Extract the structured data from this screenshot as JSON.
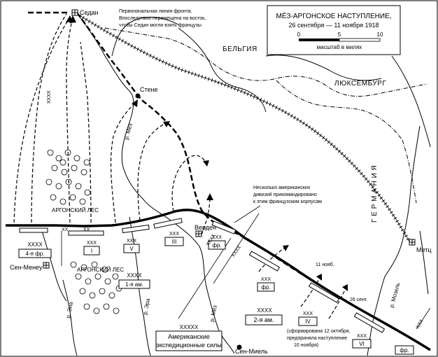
{
  "title": {
    "line1": "МЁЗ-АРГОНСКОЕ НАСТУПЛЕНИЕ,",
    "line2": "26 сентября — 11 ноября 1918"
  },
  "scale": {
    "ticks": [
      "0",
      "5",
      "10"
    ],
    "caption": "масштаб в милях"
  },
  "countries": {
    "belgium": "БЕЛЬГИЯ",
    "luxembourg": "ЛЮКСЕМБУРГ",
    "germany": "Г Е Р М А Н И Я"
  },
  "cities": {
    "sedan": "Седан",
    "stenay": "Стене",
    "verdun": "Верден",
    "metz": "Метц",
    "saint_menehould": "Сен-Менеу",
    "saint_mihiel": "Сен-Миель"
  },
  "rivers": {
    "meuse_north": "р. Мёз",
    "meuse_south": "р. Мёз",
    "aisne_west": "р. Эна",
    "aire": "р. Эра",
    "moselle": "р. Мозель"
  },
  "forests": {
    "argonne_north": "АРГОНСКИЙ ЛЕС",
    "argonne_south": "АРГОНСКИЙ ЛЕС"
  },
  "notes": {
    "initial_front_1": "Первоначальная линия фронта.",
    "initial_front_2": "Впоследствии перемещена на восток,",
    "initial_front_3": "чтобы Седан могли взять французы",
    "french_corps_1": "Несколько американских",
    "french_corps_2": "дивизий прикомандировано",
    "french_corps_3": "к этим французским корпусам",
    "second_army_1": "(сформирована 12 октября,",
    "second_army_2": "предприняла наступление",
    "second_army_3": "10 ноября)"
  },
  "dates": {
    "nov11": "11 нояб.",
    "sep26": "26 сент."
  },
  "units": {
    "fourth_french_army": {
      "echelon": "XXXX",
      "label": "4-я фр."
    },
    "first_us_army": {
      "echelon": "XXXX",
      "label": "1-я ам."
    },
    "second_us_army": {
      "echelon": "XXXX",
      "label": "2-я ам."
    },
    "aef": {
      "echelon": "XXXXX",
      "label_1": "Американские",
      "label_2": "экспедиционные силы"
    },
    "corps_I": {
      "echelon": "XXX",
      "label": "I"
    },
    "corps_V": {
      "echelon": "XXX",
      "label": "V"
    },
    "corps_III": {
      "echelon": "XXX",
      "label": "III"
    },
    "corps_fr_north": {
      "echelon": "XXX",
      "label": "фр."
    },
    "corps_fr_south": {
      "echelon": "XXX",
      "label": "фр."
    },
    "corps_IV": {
      "echelon": "XXX",
      "label": "IV"
    },
    "corps_VI": {
      "echelon": "XXX",
      "label": "VI"
    },
    "corps_fr_east": {
      "echelon": "",
      "label": "фр."
    },
    "boundary_marker_west": "XXXX",
    "boundary_marker_center": "XXXX",
    "boundary_marker_north": "XXXX",
    "boundary_marker_east": "XXX",
    "boundary_marker_a": "XX",
    "boundary_marker_b": "XX"
  }
}
